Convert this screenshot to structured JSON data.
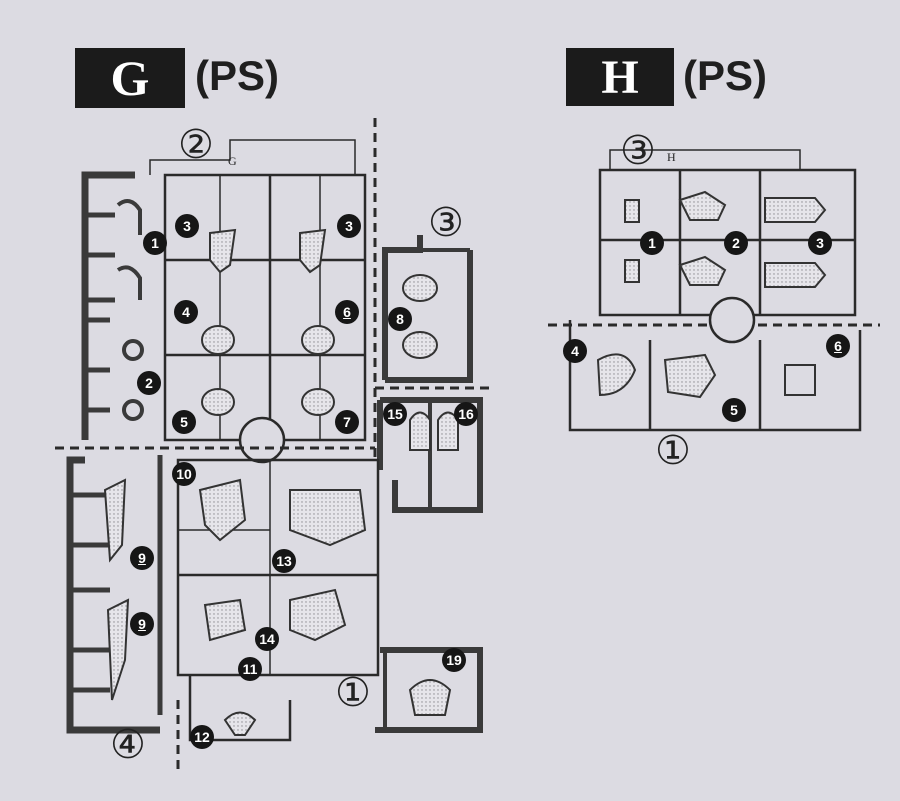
{
  "sheet_g": {
    "letter": "G",
    "material": "(PS)",
    "tag": "G",
    "sections": [
      "②",
      "③",
      "④",
      "①"
    ],
    "parts": [
      "1",
      "2",
      "3",
      "3",
      "4",
      "5",
      "6",
      "7",
      "8",
      "9",
      "9",
      "10",
      "11",
      "12",
      "13",
      "14",
      "15",
      "16",
      "19"
    ]
  },
  "sheet_h": {
    "letter": "H",
    "material": "(PS)",
    "tag": "H",
    "sections": [
      "③",
      "①"
    ],
    "parts": [
      "1",
      "2",
      "3",
      "4",
      "5",
      "6"
    ]
  }
}
